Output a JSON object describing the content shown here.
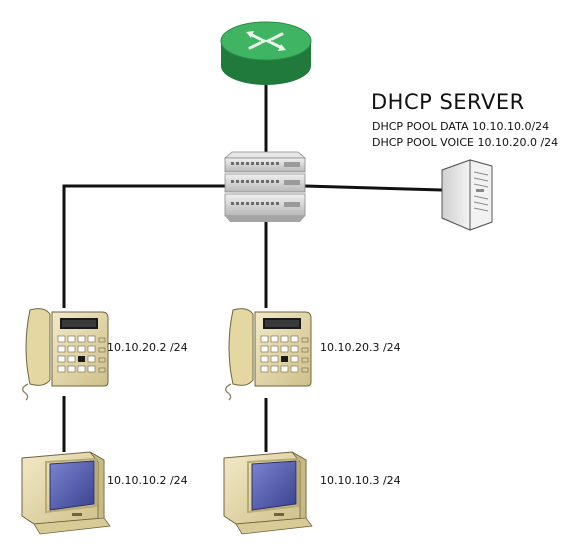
{
  "server": {
    "title": "DHCP SERVER",
    "pool_data": "DHCP POOL DATA 10.10.10.0/24",
    "pool_voice": "DHCP POOL VOICE 10.10.20.0 /24"
  },
  "phones": [
    {
      "ip": "10.10.20.2 /24"
    },
    {
      "ip": "10.10.20.3 /24"
    }
  ],
  "computers": [
    {
      "ip": "10.10.10.2 /24"
    },
    {
      "ip": "10.10.10.3 /24"
    }
  ],
  "colors": {
    "router_green": "#2e9e52",
    "router_dark": "#1f7a3c",
    "link": "#111111",
    "switch_gray": "#c9c9c9",
    "device_beige": "#e8dcae",
    "screen_blue": "#5560b0"
  }
}
